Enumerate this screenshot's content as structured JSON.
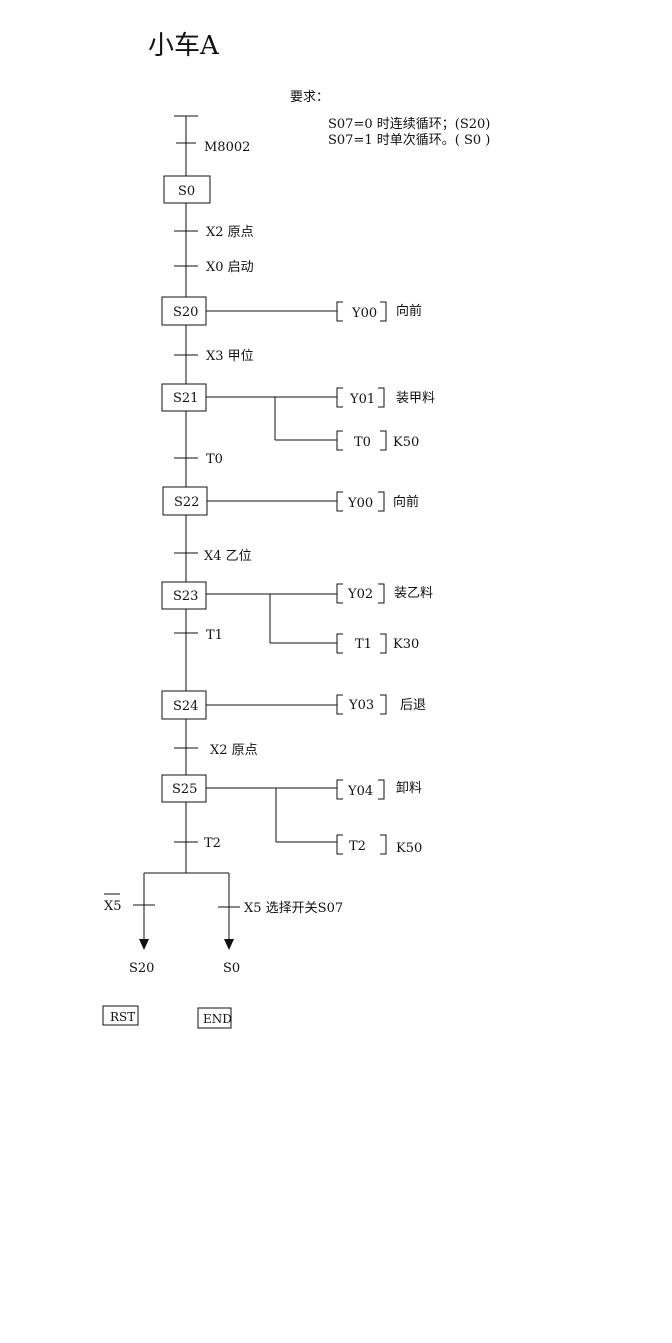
{
  "title": "小车A",
  "requirements": {
    "heading": "要求：",
    "line1": "S07=0 时连续循环；(S20)",
    "line2": "S07=1 时单次循环。( S0 )"
  },
  "init_transition": "M8002",
  "steps": {
    "s0": "S0",
    "s20": "S20",
    "s21": "S21",
    "s22": "S22",
    "s23": "S23",
    "s24": "S24",
    "s25": "S25"
  },
  "transitions": {
    "t_x2_origin": "X2 原点",
    "t_x0_start": "X0 启动",
    "t_x3": "X3  甲位",
    "t_t0": "T0",
    "t_x4": "X4 乙位",
    "t_t1": "T1",
    "t_x2_origin_2": "X2 原点",
    "t_t2": "T2",
    "branch_left": "X5",
    "branch_right": "X5  选择开关S07"
  },
  "actions": {
    "s20_out": "Y00",
    "s20_desc": "向前",
    "s21_out1": "Y01",
    "s21_desc1": "装甲料",
    "s21_out2": "T0",
    "s21_k": "K50",
    "s22_out": "Y00",
    "s22_desc": "向前",
    "s23_out1": "Y02",
    "s23_desc1": "装乙料",
    "s23_out2": "T1",
    "s23_k": "K30",
    "s24_out": "Y03",
    "s24_desc": "后退",
    "s25_out1": "Y04",
    "s25_desc1": "卸料",
    "s25_out2": "T2",
    "s25_k": "K50"
  },
  "jumps": {
    "left_target": "S20",
    "right_target": "S0"
  },
  "footer": {
    "rst": "RST",
    "end": "END"
  }
}
